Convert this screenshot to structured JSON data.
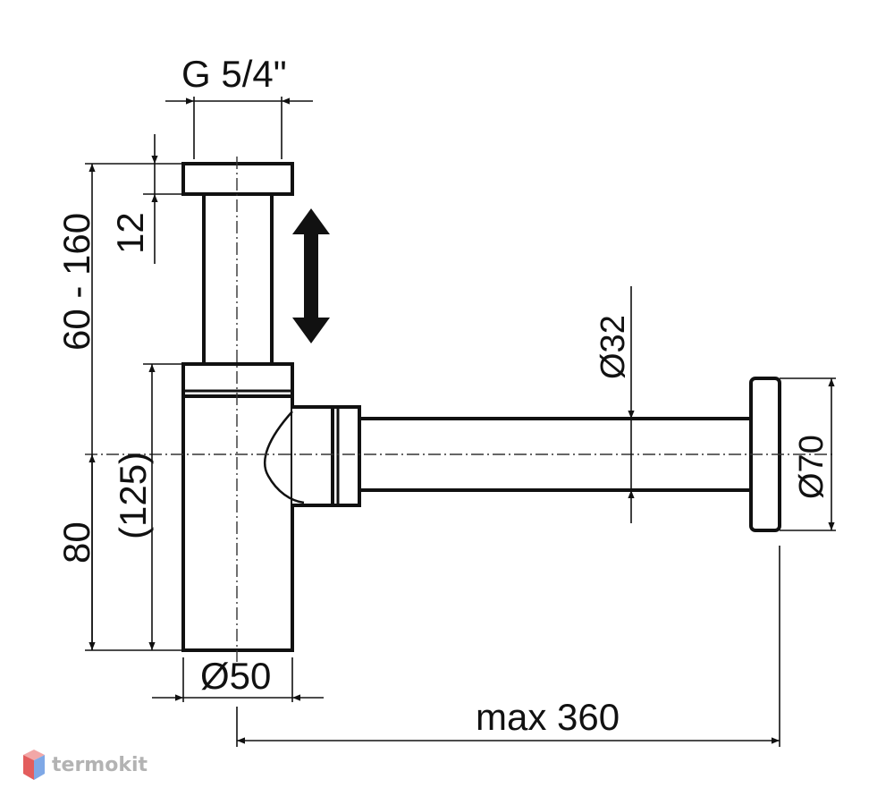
{
  "drawing": {
    "thread_label": "G 5/4\"",
    "nut_height_label": "12",
    "inlet_range_label": "60 - 160",
    "outlet_height_label": "(125)",
    "base_height_label": "80",
    "body_diameter_label": "Ø50",
    "pipe_diameter_label": "Ø32",
    "flange_diameter_label": "Ø70",
    "length_label": "max 360"
  },
  "watermark": {
    "text": "termokit",
    "icon": "cube-logo-icon",
    "colors": {
      "top": "#f2a7a7",
      "left": "#e35d5d",
      "right": "#7fa8e6"
    }
  },
  "colors": {
    "line": "#111111",
    "background": "#ffffff"
  }
}
